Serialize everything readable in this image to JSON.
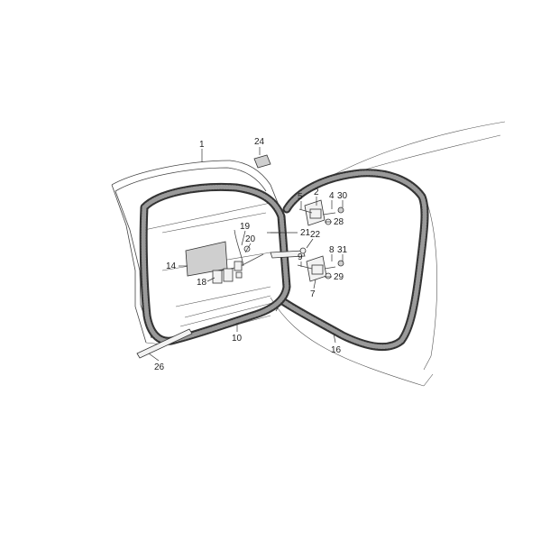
{
  "callouts": [
    {
      "id": "c1",
      "text": "1"
    },
    {
      "id": "c24",
      "text": "24"
    },
    {
      "id": "c2",
      "text": "2"
    },
    {
      "id": "c4",
      "text": "4"
    },
    {
      "id": "c30",
      "text": "30"
    },
    {
      "id": "c5",
      "text": "5"
    },
    {
      "id": "c28",
      "text": "28"
    },
    {
      "id": "c19",
      "text": "19"
    },
    {
      "id": "c20",
      "text": "20"
    },
    {
      "id": "c21",
      "text": "21"
    },
    {
      "id": "c22",
      "text": "22"
    },
    {
      "id": "c14",
      "text": "14"
    },
    {
      "id": "c9",
      "text": "9"
    },
    {
      "id": "c8",
      "text": "8"
    },
    {
      "id": "c31",
      "text": "31"
    },
    {
      "id": "c29",
      "text": "29"
    },
    {
      "id": "c18",
      "text": "18"
    },
    {
      "id": "c7",
      "text": "7"
    },
    {
      "id": "c10",
      "text": "10"
    },
    {
      "id": "c16",
      "text": "16"
    },
    {
      "id": "c26",
      "text": "26"
    }
  ]
}
